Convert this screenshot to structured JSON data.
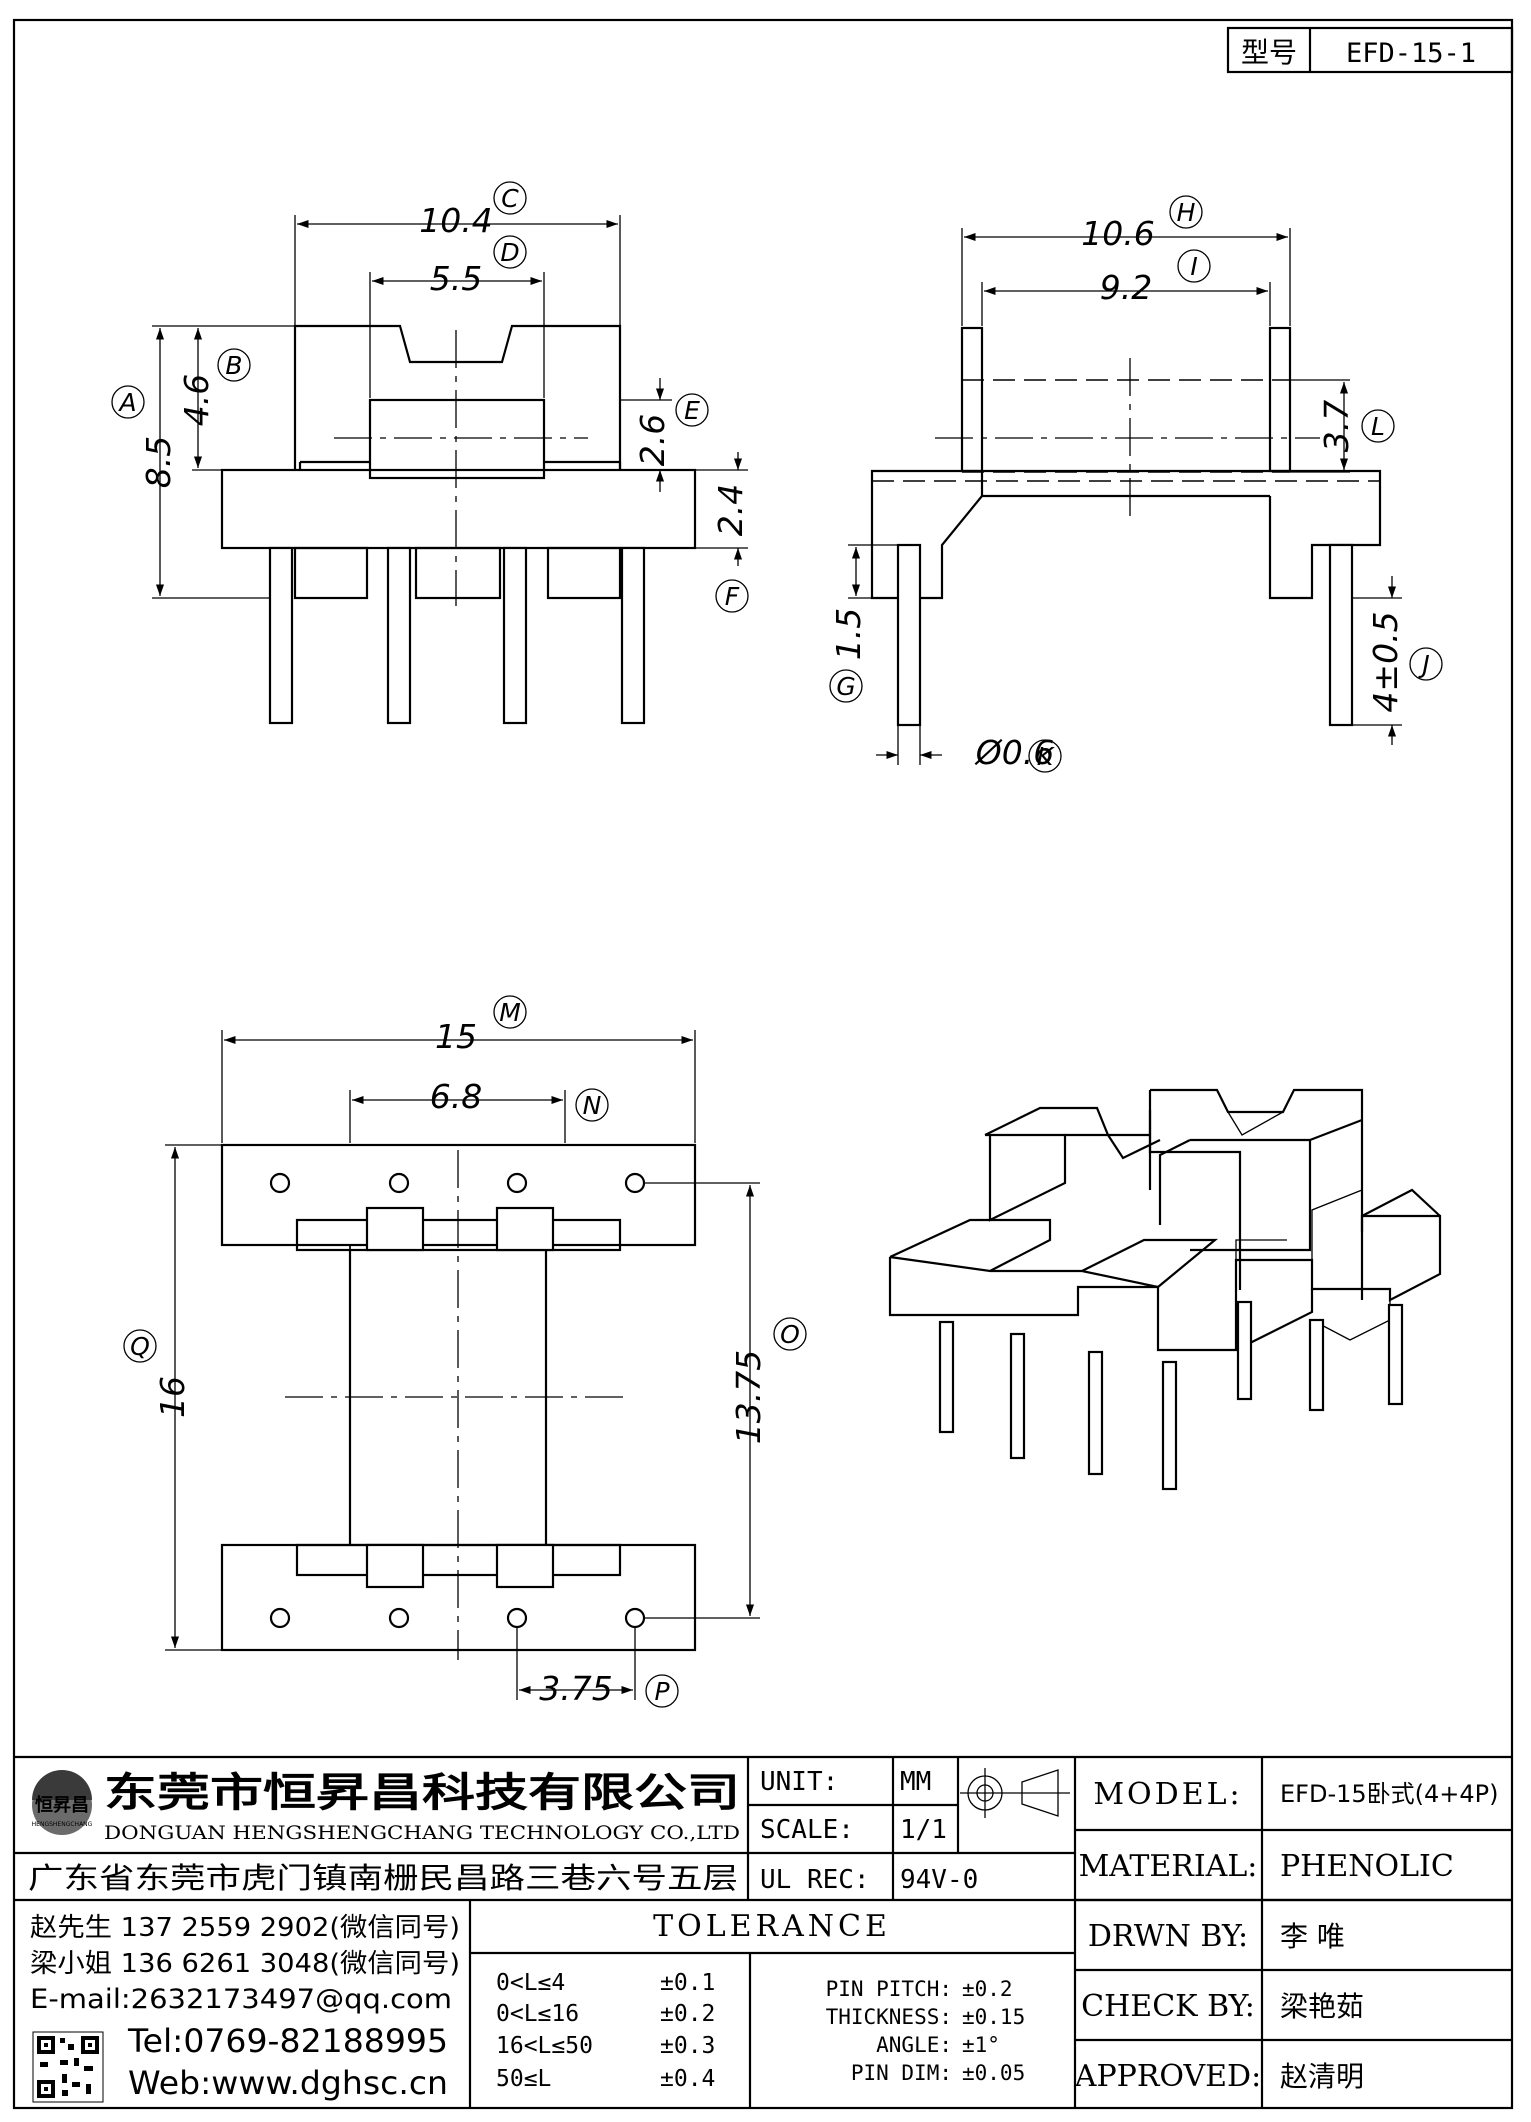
{
  "header": {
    "type_label": "型号",
    "part_no": "EFD-15-1"
  },
  "dims": {
    "A": {
      "tag": "A",
      "value": "8.5"
    },
    "B": {
      "tag": "B",
      "value": "4.6"
    },
    "C": {
      "tag": "C",
      "value": "10.4"
    },
    "D": {
      "tag": "D",
      "value": "5.5"
    },
    "E": {
      "tag": "E",
      "value": "2.6"
    },
    "F": {
      "tag": "F",
      "value": "2.4"
    },
    "G": {
      "tag": "G",
      "value": "1.5"
    },
    "H": {
      "tag": "H",
      "value": "10.6"
    },
    "I": {
      "tag": "I",
      "value": "9.2"
    },
    "J": {
      "tag": "J",
      "value": "4±0.5"
    },
    "K": {
      "tag": "K",
      "value": "Ø0.6"
    },
    "L": {
      "tag": "L",
      "value": "3.7"
    },
    "M": {
      "tag": "M",
      "value": "15"
    },
    "N": {
      "tag": "N",
      "value": "6.8"
    },
    "O": {
      "tag": "O",
      "value": "13.75"
    },
    "P": {
      "tag": "P",
      "value": "3.75"
    },
    "Q": {
      "tag": "Q",
      "value": "16"
    }
  },
  "company": {
    "logo_text": "恒昇昌",
    "logo_sub": "HENGSHENGCHANG",
    "name_cn": "东莞市恒昇昌科技有限公司",
    "name_en": "DONGUAN HENGSHENGCHANG TECHNOLOGY CO.,LTD",
    "address": "广东省东莞市虎门镇南栅民昌路三巷六号五层",
    "contact1": "赵先生 137 2559 2902(微信同号)",
    "contact2": "梁小姐 136 6261 3048(微信同号)",
    "email": "E-mail:2632173497@qq.com",
    "tel": "Tel:0769-82188995",
    "web": "Web:www.dghsc.cn"
  },
  "spec": {
    "unit_label": "UNIT:",
    "unit_value": "MM",
    "scale_label": "SCALE:",
    "scale_value": "1/1",
    "ulrec_label": "UL REC:",
    "ulrec_value": "94V-0"
  },
  "tolerance": {
    "title": "TOLERANCE",
    "ranges": [
      {
        "range": "0<L≤4",
        "tol": "±0.1"
      },
      {
        "range": "0<L≤16",
        "tol": "±0.2"
      },
      {
        "range": "16<L≤50",
        "tol": "±0.3"
      },
      {
        "range": "50≤L",
        "tol": "±0.4"
      }
    ],
    "other": [
      {
        "label": "PIN PITCH:",
        "tol": "±0.2"
      },
      {
        "label": "THICKNESS:",
        "tol": "±0.15"
      },
      {
        "label": "ANGLE:",
        "tol": "±1°"
      },
      {
        "label": "PIN DIM:",
        "tol": "±0.05"
      }
    ]
  },
  "titleblock": {
    "model_label": "MODEL:",
    "model_value": "EFD-15卧式(4+4P)",
    "material_label": "MATERIAL:",
    "material_value": "PHENOLIC",
    "drawn_label": "DRWN BY:",
    "drawn_value": "李 唯",
    "check_label": "CHECK BY:",
    "check_value": "梁艳茹",
    "approved_label": "APPROVED:",
    "approved_value": "赵清明"
  }
}
